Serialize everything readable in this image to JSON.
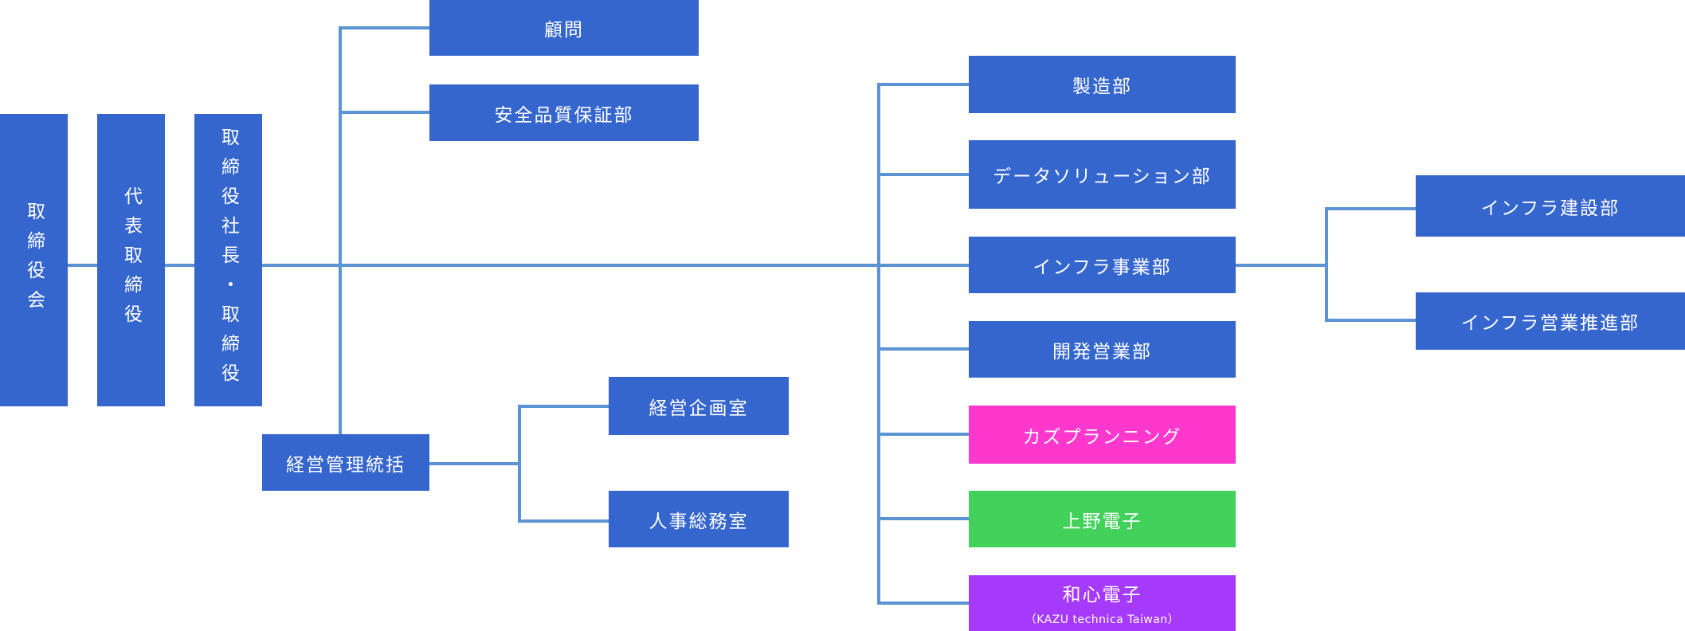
{
  "chart_data": {
    "type": "diagram",
    "line_color": "#5b93d3",
    "colors": {
      "default": "#3566cd",
      "kazu_planning": "#ff38cd",
      "ueno_denshi": "#42d15a",
      "washin_denshi": "#a63afa"
    },
    "nodes": {
      "board": "取締役会",
      "representative_director": "代表取締役",
      "president_director": "取締役社長・取締役",
      "advisor": "顧問",
      "safety_quality": "安全品質保証部",
      "management_general": "経営管理統括",
      "planning_office": "経営企画室",
      "hr_general_affairs": "人事総務室",
      "manufacturing": "製造部",
      "data_solution": "データソリューション部",
      "infra_business": "インフラ事業部",
      "development_sales": "開発営業部",
      "kazu_planning": "カズプランニング",
      "ueno_denshi": "上野電子",
      "washin_denshi": "和心電子",
      "washin_denshi_sub": "（KAZU technica Taiwan）",
      "infra_construction": "インフラ建設部",
      "infra_sales_promotion": "インフラ営業推進部"
    },
    "edges": [
      [
        "board",
        "representative_director"
      ],
      [
        "representative_director",
        "president_director"
      ],
      [
        "president_director",
        "advisor"
      ],
      [
        "president_director",
        "safety_quality"
      ],
      [
        "president_director",
        "management_general"
      ],
      [
        "management_general",
        "planning_office"
      ],
      [
        "management_general",
        "hr_general_affairs"
      ],
      [
        "president_director",
        "manufacturing"
      ],
      [
        "president_director",
        "data_solution"
      ],
      [
        "president_director",
        "infra_business"
      ],
      [
        "president_director",
        "development_sales"
      ],
      [
        "president_director",
        "kazu_planning"
      ],
      [
        "president_director",
        "ueno_denshi"
      ],
      [
        "president_director",
        "washin_denshi"
      ],
      [
        "infra_business",
        "infra_construction"
      ],
      [
        "infra_business",
        "infra_sales_promotion"
      ]
    ]
  }
}
